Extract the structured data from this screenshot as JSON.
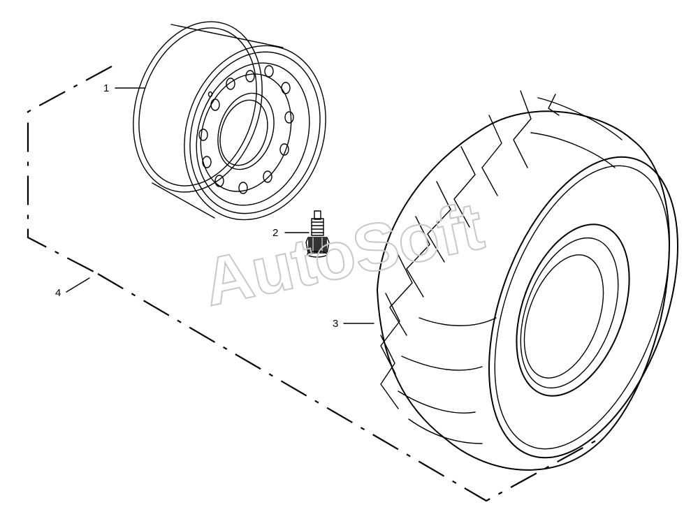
{
  "callouts": [
    {
      "id": "1",
      "text": "1"
    },
    {
      "id": "2",
      "text": "2"
    },
    {
      "id": "3",
      "text": "3"
    },
    {
      "id": "4",
      "text": "4"
    }
  ],
  "watermark": "AutoSoft",
  "colors": {
    "line": "#000000",
    "watermark": "#c8c8c8",
    "background": "#ffffff"
  }
}
